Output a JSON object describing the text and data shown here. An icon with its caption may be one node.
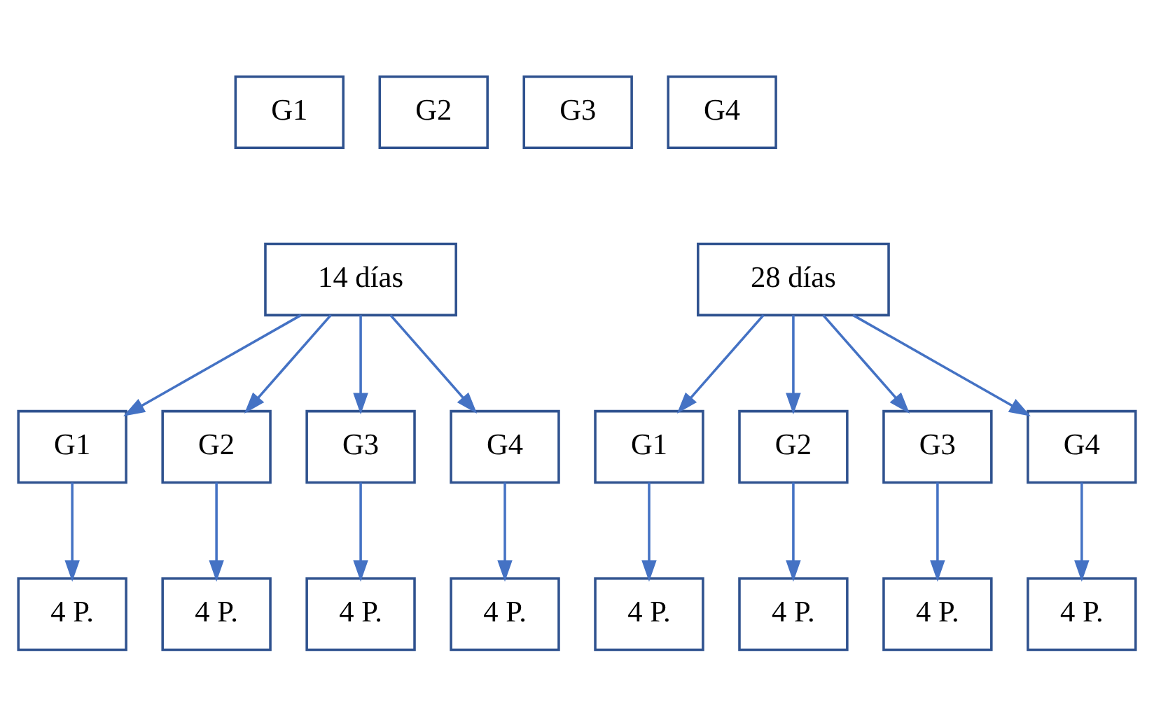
{
  "diagram": {
    "nodes": [
      {
        "text": [
          "G1"
        ]
      },
      {
        "text": [
          "G2"
        ]
      },
      {
        "text": [
          "G3"
        ]
      },
      {
        "text": [
          "G4"
        ]
      },
      {
        "text": [
          "14 días"
        ]
      },
      {
        "text": [
          "28 días"
        ]
      },
      {
        "text": [
          "G1"
        ]
      },
      {
        "text": [
          "G2"
        ]
      },
      {
        "text": [
          "G3"
        ]
      },
      {
        "text": [
          "G4"
        ]
      },
      {
        "text": [
          "G1"
        ]
      },
      {
        "text": [
          "G2"
        ]
      },
      {
        "text": [
          "G3"
        ]
      },
      {
        "text": [
          "G4"
        ]
      },
      {
        "text": [
          "4 P."
        ]
      },
      {
        "text": [
          "4 P."
        ]
      },
      {
        "text": [
          "4 P."
        ]
      },
      {
        "text": [
          "4 P."
        ]
      },
      {
        "text": [
          "4 P."
        ]
      },
      {
        "text": [
          "4 P."
        ]
      },
      {
        "text": [
          "4 P."
        ]
      },
      {
        "text": [
          "4 P."
        ]
      }
    ],
    "edges": [
      {
        "from": 4,
        "to": 6,
        "arrow": "to"
      },
      {
        "from": 4,
        "to": 7,
        "arrow": "to"
      },
      {
        "from": 4,
        "to": 8,
        "arrow": "to"
      },
      {
        "from": 4,
        "to": 9,
        "arrow": "to"
      },
      {
        "from": 5,
        "to": 10,
        "arrow": "to"
      },
      {
        "from": 5,
        "to": 11,
        "arrow": "to"
      },
      {
        "from": 5,
        "to": 12,
        "arrow": "to"
      },
      {
        "from": 5,
        "to": 13,
        "arrow": "to"
      },
      {
        "from": 6,
        "to": 14,
        "arrow": "to"
      },
      {
        "from": 7,
        "to": 15,
        "arrow": "to"
      },
      {
        "from": 8,
        "to": 16,
        "arrow": "to"
      },
      {
        "from": 9,
        "to": 17,
        "arrow": "to"
      },
      {
        "from": 10,
        "to": 18,
        "arrow": "to"
      },
      {
        "from": 11,
        "to": 19,
        "arrow": "to"
      },
      {
        "from": 12,
        "to": 20,
        "arrow": "to"
      },
      {
        "from": 13,
        "to": 21,
        "arrow": "to"
      }
    ]
  }
}
